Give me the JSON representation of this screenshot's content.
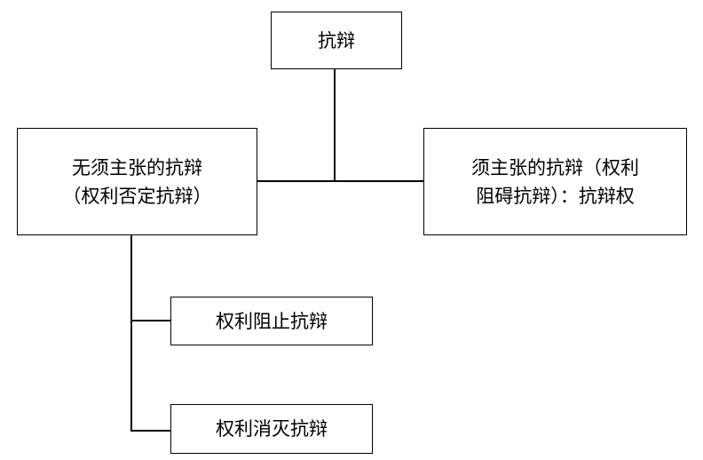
{
  "diagram": {
    "root": "抗辩",
    "left": {
      "line1": "无须主张的抗辩",
      "line2": "（权利否定抗辩）"
    },
    "right": {
      "line1": "须主张的抗辩（权利",
      "line2": "阻碍抗辩）：抗辩权"
    },
    "children": [
      "权利阻止抗辩",
      "权利消灭抗辩"
    ]
  }
}
